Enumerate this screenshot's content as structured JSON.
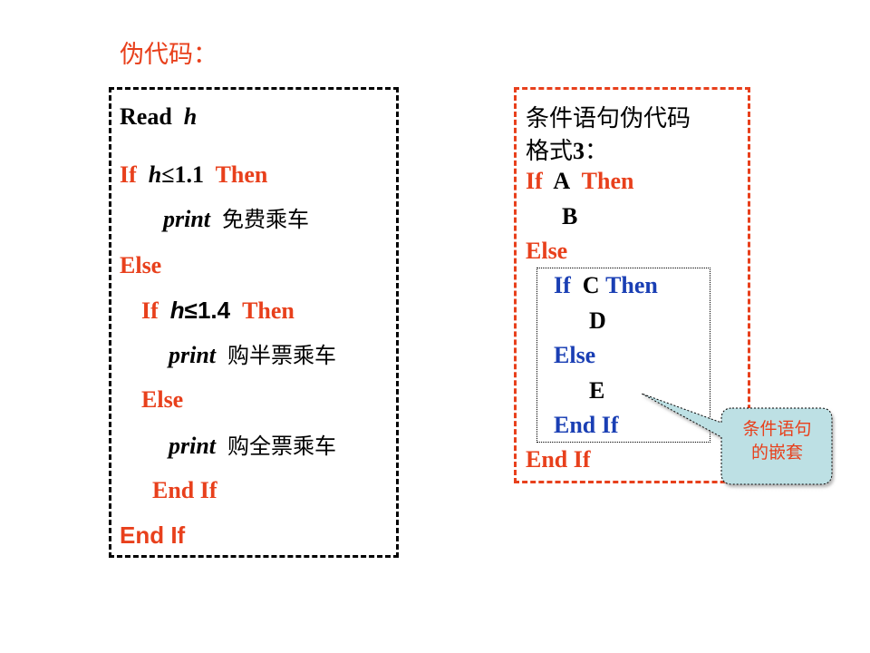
{
  "heading": "伪代码：",
  "left_code": {
    "read_kw": "Read",
    "read_var": "h",
    "if1_kw": "If",
    "if1_var": "h",
    "if1_cond": "≤1.1",
    "if1_then": "Then",
    "print1_kw": "print",
    "print1_text": "免费乘车",
    "else1": "Else",
    "if2_kw": "If",
    "if2_var": "h",
    "if2_cond": "≤1.4",
    "if2_then": "Then",
    "print2_kw": "print",
    "print2_text": "购半票乘车",
    "else2": "Else",
    "print3_kw": "print",
    "print3_text": "购全票乘车",
    "endif_inner": "End If",
    "endif_outer": "End If"
  },
  "right_code": {
    "title_line1": "条件语句伪代码",
    "title_line2_prefix": "格式",
    "title_line2_num": "3",
    "title_line2_suffix": "：",
    "if_kw": "If",
    "cond_a": "A",
    "then_kw": "Then",
    "stmt_b": "B",
    "else_kw": "Else",
    "nested_if_kw": "If",
    "cond_c": "C",
    "nested_then_kw": "Then",
    "stmt_d": "D",
    "nested_else_kw": "Else",
    "stmt_e": "E",
    "nested_endif": "End If",
    "endif": "End If"
  },
  "callout": {
    "text": "条件语句的嵌套",
    "fill_color": "#bde0e4"
  },
  "colors": {
    "keyword_red": "#e8401c",
    "keyword_blue": "#1a3fb4",
    "text_black": "#000000"
  }
}
